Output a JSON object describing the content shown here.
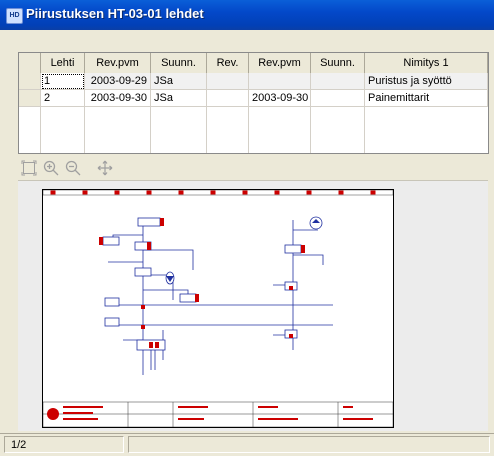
{
  "window": {
    "title": "Piirustuksen HT-03-01 lehdet",
    "icon": "app-icon"
  },
  "table": {
    "headers": [
      "Lehti",
      "Rev.pvm",
      "Suunn.",
      "Rev.",
      "Rev.pvm",
      "Suunn.",
      "Nimitys 1"
    ],
    "rows": [
      [
        "1",
        "2003-09-29",
        "JSa",
        "",
        "",
        "",
        "Puristus ja syöttö"
      ],
      [
        "2",
        "2003-09-30",
        "JSa",
        "",
        "2003-09-30",
        "",
        "Painemittarit"
      ]
    ]
  },
  "toolbar": {
    "fit_icon": "fit-page-icon",
    "zoom_in_icon": "zoom-in-icon",
    "zoom_out_icon": "zoom-out-icon",
    "pan_icon": "pan-icon"
  },
  "status": {
    "page": "1/2"
  }
}
